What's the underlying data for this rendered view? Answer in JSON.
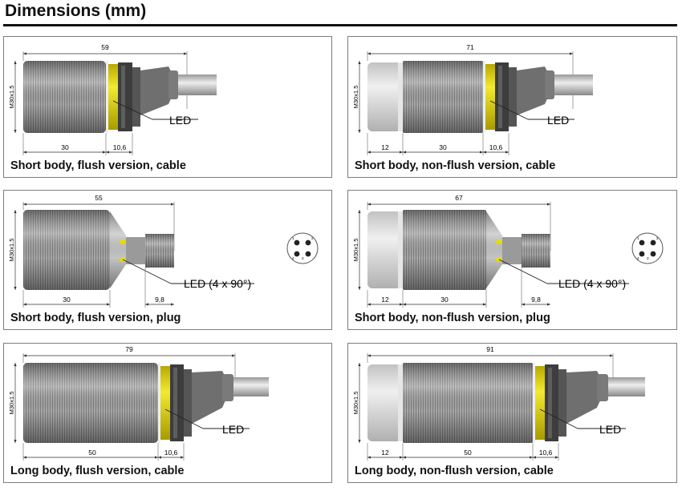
{
  "page": {
    "title": "Dimensions (mm)"
  },
  "thread_label": "M30x1.5",
  "panels": [
    {
      "caption": "Short body, flush version, cable",
      "overall": "59",
      "seg_a": "30",
      "seg_b": "10,6",
      "led_label": "LED"
    },
    {
      "caption": "Short body, non-flush version, cable",
      "overall": "71",
      "seg_face": "12",
      "seg_a": "30",
      "seg_b": "10,6",
      "led_label": "LED"
    },
    {
      "caption": "Short body, flush version, plug",
      "overall": "55",
      "seg_a": "30",
      "seg_b": "9,8",
      "led_label": "LED (4 x 90°)",
      "pins": [
        "1",
        "2",
        "3",
        "4"
      ]
    },
    {
      "caption": "Short body, non-flush version, plug",
      "overall": "67",
      "seg_face": "12",
      "seg_a": "30",
      "seg_b": "9,8",
      "led_label": "LED (4 x 90°)",
      "pins": [
        "1",
        "2",
        "3",
        "4"
      ]
    },
    {
      "caption": "Long body, flush version, cable",
      "overall": "79",
      "seg_a": "50",
      "seg_b": "10,6",
      "led_label": "LED"
    },
    {
      "caption": "Long body, non-flush version, cable",
      "overall": "91",
      "seg_face": "12",
      "seg_a": "50",
      "seg_b": "10,6",
      "led_label": "LED"
    }
  ],
  "colors": {
    "led": "#e6dc00",
    "body": "#a9a9a9",
    "face": "#d6d6d6",
    "nut": "#454545",
    "plug": "#8d8d8d"
  }
}
